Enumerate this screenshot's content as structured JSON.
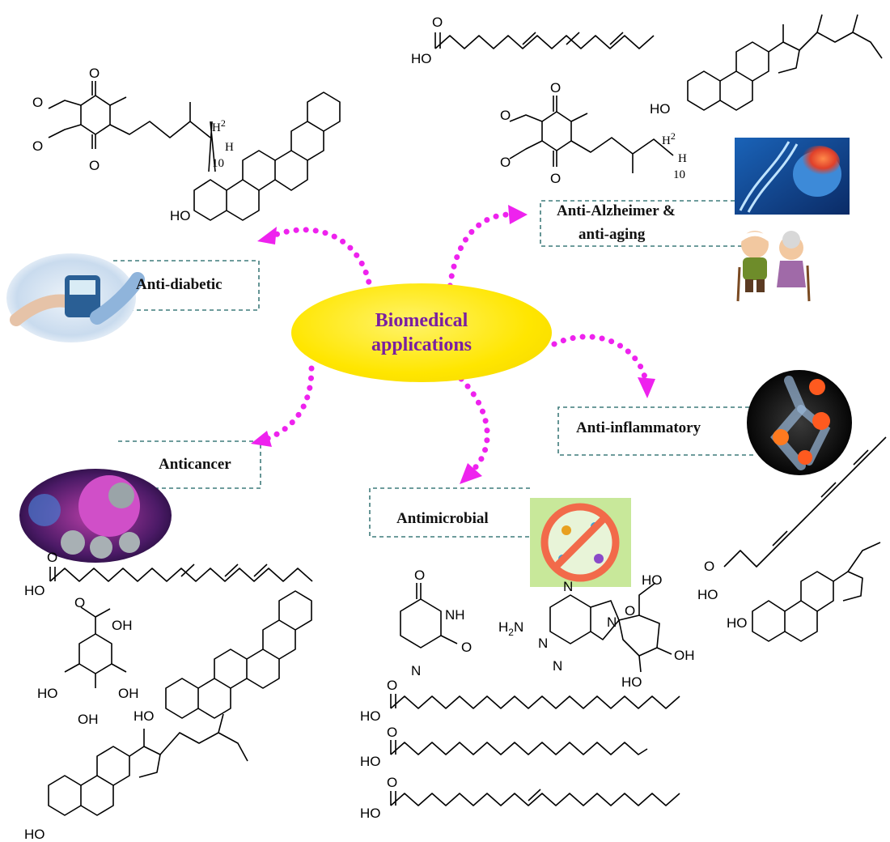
{
  "hub": {
    "line1": "Biomedical",
    "line2": "applications"
  },
  "applications": {
    "anti_diabetic": "Anti-diabetic",
    "anti_alzheimer_line1": "Anti-Alzheimer &",
    "anti_alzheimer_line2": "anti-aging",
    "anti_inflammatory": "Anti-inflammatory",
    "anticancer": "Anticancer",
    "antimicrobial": "Antimicrobial"
  },
  "atoms": {
    "o": "O",
    "ho": "HO",
    "h2": "H",
    "sub2": "2",
    "h": "H",
    "sub10": "10",
    "oh": "OH",
    "nh": "NH",
    "n": "N",
    "h2n": "H",
    "nh2_sub": "2",
    "h2n_n": "N"
  },
  "colors": {
    "hub": "#ffe600",
    "hub_text": "#7a1fa0",
    "arrows": "#ee22ee",
    "boxes": "#3f7b7b"
  },
  "icons": [
    "glucose-meter-photo",
    "brain-dna-photo",
    "elderly-couple-photo",
    "inflamed-joints-photo",
    "cancer-cells-photo",
    "no-microbes-icon"
  ]
}
